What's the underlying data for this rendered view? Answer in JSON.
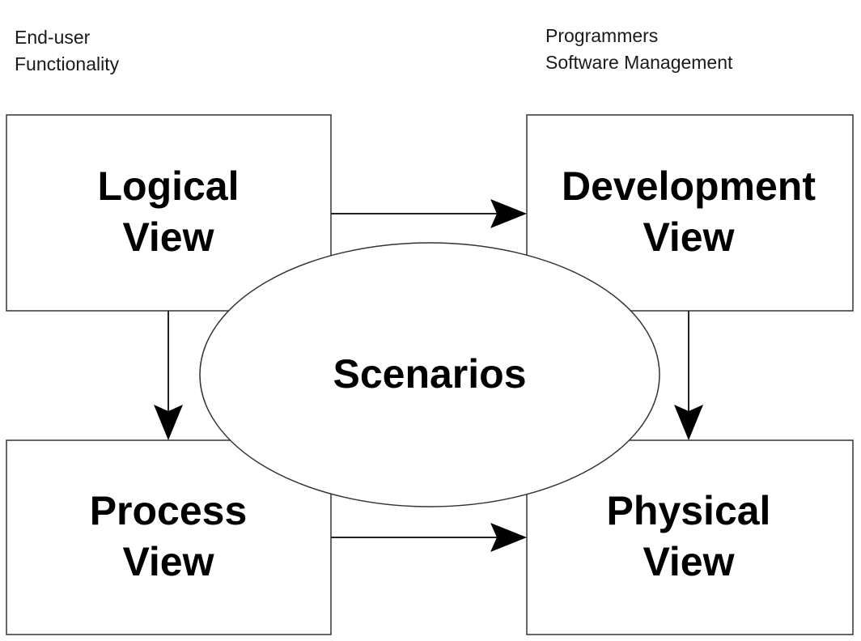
{
  "annotations": {
    "left": [
      "End-user",
      "Functionality"
    ],
    "right": [
      "Programmers",
      "Software Management"
    ]
  },
  "nodes": {
    "logical": [
      "Logical",
      "View"
    ],
    "development": [
      "Development",
      "View"
    ],
    "process": [
      "Process",
      "View"
    ],
    "physical": [
      "Physical",
      "View"
    ],
    "scenarios": "Scenarios"
  },
  "edges": [
    {
      "from": "logical",
      "to": "development"
    },
    {
      "from": "logical",
      "to": "process"
    },
    {
      "from": "development",
      "to": "physical"
    },
    {
      "from": "process",
      "to": "physical"
    }
  ]
}
